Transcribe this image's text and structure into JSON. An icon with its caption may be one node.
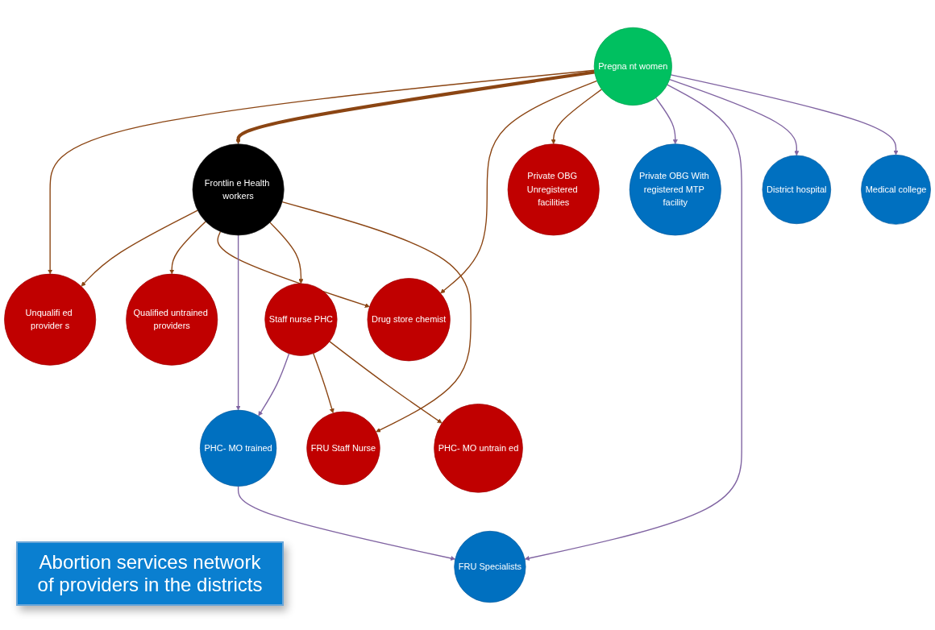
{
  "diagram": {
    "title": "Abortion services network of providers in the districts",
    "nodes": [
      {
        "text": [
          "Pregna nt women"
        ]
      },
      {
        "text": [
          "Unqualifi ed provider s"
        ]
      },
      {
        "text": [
          "Qualified untrained providers"
        ]
      },
      {
        "text": [
          "Frontlin e Health workers"
        ]
      },
      {
        "text": [
          "Private OBG Unregistered facilities"
        ]
      },
      {
        "text": [
          "Drug store chemist"
        ]
      },
      {
        "text": [
          "Staff nurse PHC"
        ]
      },
      {
        "text": [
          "PHC- MO trained"
        ]
      },
      {
        "text": [
          "FRU Staff Nurse"
        ]
      },
      {
        "text": [
          "Private OBG With registered MTP facility"
        ]
      },
      {
        "text": [
          "PHC- MO untrain ed"
        ]
      },
      {
        "text": [
          "FRU Specialists"
        ]
      },
      {
        "text": [
          "Medical college"
        ]
      },
      {
        "text": [
          "District hospital"
        ]
      }
    ],
    "edges": [
      {
        "from": 0,
        "to": 1,
        "arrow": "to"
      },
      {
        "from": 0,
        "to": 3,
        "arrow": "to",
        "style": "thick"
      },
      {
        "from": 0,
        "to": 5,
        "arrow": "to"
      },
      {
        "from": 0,
        "to": 4,
        "arrow": "to"
      },
      {
        "from": 0,
        "to": 9,
        "arrow": "to",
        "color": "#8064a2"
      },
      {
        "from": 0,
        "to": 11,
        "arrow": "to",
        "color": "#8064a2"
      },
      {
        "from": 0,
        "to": 13,
        "arrow": "to",
        "color": "#8064a2"
      },
      {
        "from": 0,
        "to": 12,
        "arrow": "to",
        "color": "#8064a2"
      },
      {
        "from": 3,
        "to": 1,
        "arrow": "to"
      },
      {
        "from": 3,
        "to": 2,
        "arrow": "to"
      },
      {
        "from": 3,
        "to": 5,
        "arrow": "to"
      },
      {
        "from": 3,
        "to": 7,
        "arrow": "to",
        "color": "#8064a2"
      },
      {
        "from": 3,
        "to": 6,
        "arrow": "to"
      },
      {
        "from": 3,
        "to": 8,
        "arrow": "to"
      },
      {
        "from": 6,
        "to": 7,
        "arrow": "to",
        "color": "#8064a2"
      },
      {
        "from": 6,
        "to": 8,
        "arrow": "to"
      },
      {
        "from": 6,
        "to": 10,
        "arrow": "to"
      },
      {
        "from": 7,
        "to": 11,
        "arrow": "to",
        "color": "#8064a2"
      }
    ]
  }
}
